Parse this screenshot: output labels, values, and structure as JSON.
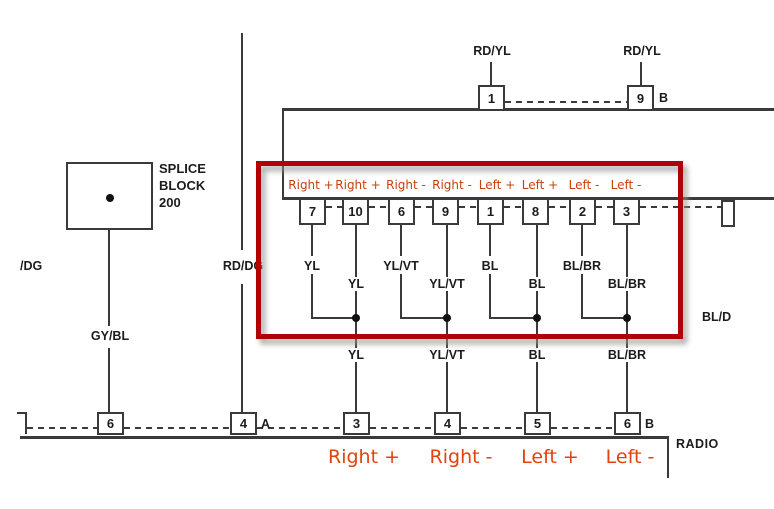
{
  "colors": {
    "highlight_red": "#b00008",
    "orange_small": "#c6400f",
    "orange_large": "#e2420c",
    "line": "#3a3a3a"
  },
  "splice_block": {
    "lines": [
      "SPLICE",
      "BLOCK",
      "200"
    ]
  },
  "wires": {
    "left_cut": "/DG",
    "rd_dg": "RD/DG",
    "gy_bl": "GY/BL",
    "right_cut": "BL/D",
    "top_left_wire": "RD/YL",
    "top_right_wire": "RD/YL"
  },
  "top_connector": {
    "pin_left": "1",
    "pin_right": "9",
    "letter": "B"
  },
  "speaker_connector": {
    "channel_labels": [
      "Right +",
      "Right +",
      "Right -",
      "Right -",
      "Left +",
      "Left +",
      "Left -",
      "Left -"
    ],
    "pins": [
      "7",
      "10",
      "6",
      "9",
      "1",
      "8",
      "2",
      "3"
    ],
    "upper_wire_labels": [
      "YL",
      "YL/VT",
      "BL",
      "BL/BR"
    ],
    "lower_wire_labels": [
      "YL",
      "YL/VT",
      "BL",
      "BL/BR"
    ],
    "merged_wire_labels": [
      "YL",
      "YL/VT",
      "BL",
      "BL/BR"
    ]
  },
  "radio_connector": {
    "label": "RADIO",
    "letter_a": "A",
    "letter_b": "B",
    "pins_a": [
      "6",
      "4"
    ],
    "pins_b": [
      "3",
      "4",
      "5",
      "6"
    ],
    "channel_labels": [
      "Right +",
      "Right -",
      "Left +",
      "Left -"
    ]
  }
}
